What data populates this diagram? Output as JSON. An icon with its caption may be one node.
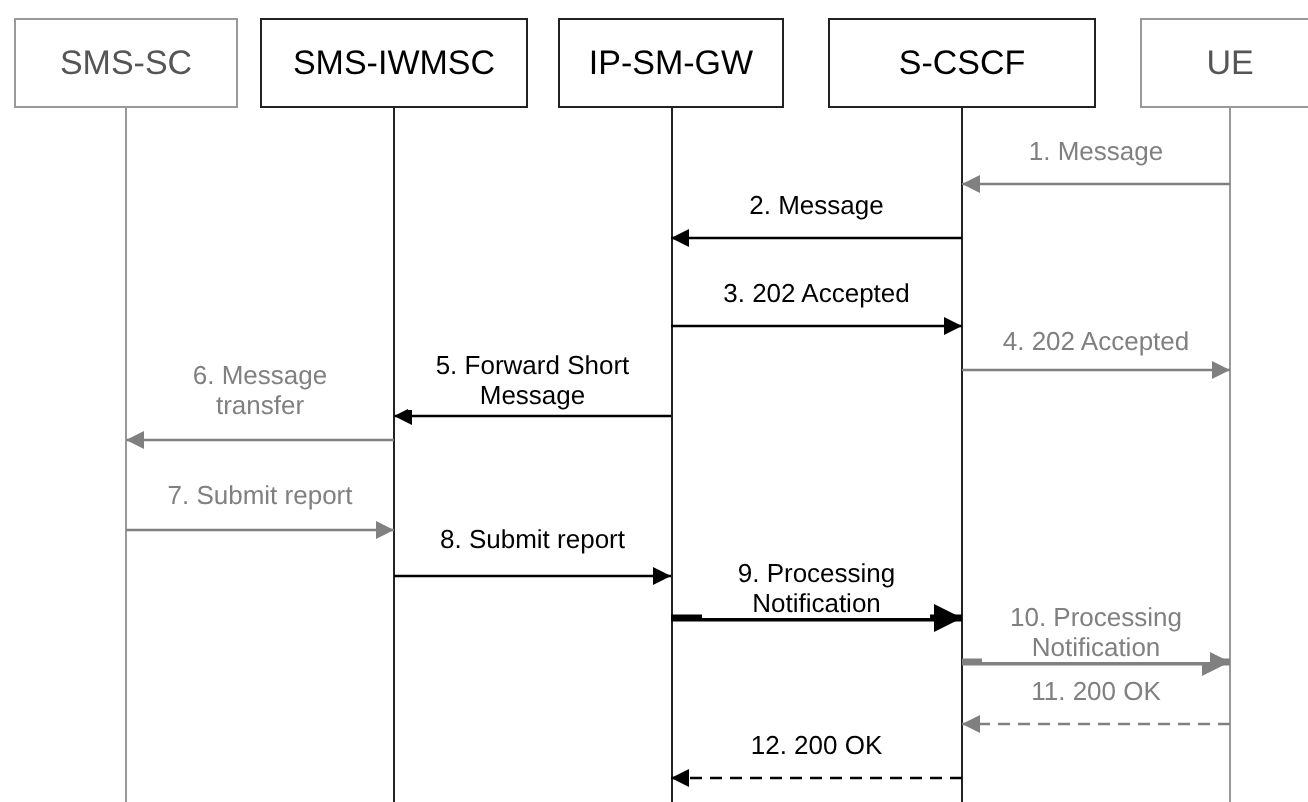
{
  "diagram": {
    "nodes": [
      {
        "text": [
          "SMS-SC"
        ]
      },
      {
        "text": [
          "SMS-IWMSC"
        ]
      },
      {
        "text": [
          "IP-SM-GW"
        ]
      },
      {
        "text": [
          "S-CSCF"
        ]
      },
      {
        "text": [
          "UE"
        ]
      }
    ],
    "edges": [
      {
        "from": 4,
        "to": 3,
        "arrow": "to",
        "label": "1. Message",
        "color": "#808080"
      },
      {
        "from": 3,
        "to": 2,
        "arrow": "to",
        "label": "2. Message",
        "color": "#000000"
      },
      {
        "from": 2,
        "to": 3,
        "arrow": "to",
        "label": "3. 202 Accepted",
        "color": "#000000"
      },
      {
        "from": 3,
        "to": 4,
        "arrow": "to",
        "label": "4. 202 Accepted",
        "color": "#808080"
      },
      {
        "from": 2,
        "to": 1,
        "arrow": "to",
        "label": "5. Forward Short Message",
        "color": "#000000"
      },
      {
        "from": 1,
        "to": 0,
        "arrow": "to",
        "label": "6. Message transfer",
        "color": "#808080"
      },
      {
        "from": 0,
        "to": 1,
        "arrow": "to",
        "label": "7. Submit report",
        "color": "#808080"
      },
      {
        "from": 1,
        "to": 2,
        "arrow": "to",
        "label": "8. Submit report",
        "color": "#000000"
      },
      {
        "from": 2,
        "to": 3,
        "arrow": "to",
        "label": "9. Processing Notification",
        "style": "thick",
        "color": "#000000"
      },
      {
        "from": 3,
        "to": 4,
        "arrow": "to",
        "label": "10. Processing Notification",
        "style": "thick",
        "color": "#808080"
      },
      {
        "from": 4,
        "to": 3,
        "arrow": "to",
        "label": "11. 200 OK",
        "style": "dashed",
        "color": "#808080"
      },
      {
        "from": 3,
        "to": 2,
        "arrow": "to",
        "label": "12. 200 OK",
        "style": "dashed",
        "color": "#000000"
      }
    ]
  }
}
